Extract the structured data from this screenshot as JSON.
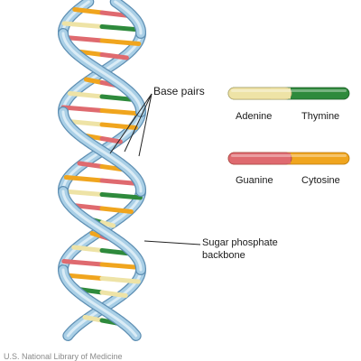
{
  "labels": {
    "base_pairs": "Base pairs",
    "adenine": "Adenine",
    "thymine": "Thymine",
    "guanine": "Guanine",
    "cytosine": "Cytosine",
    "backbone_line1": "Sugar phosphate",
    "backbone_line2": "backbone",
    "credit": "U.S. National Library of Medicine"
  },
  "colors": {
    "backbone": "#a9cfe6",
    "backbone_edge": "#5e8fb3",
    "adenine": "#eee3a6",
    "thymine": "#2e8a3c",
    "guanine": "#df6a6f",
    "cytosine": "#f0a51e"
  }
}
